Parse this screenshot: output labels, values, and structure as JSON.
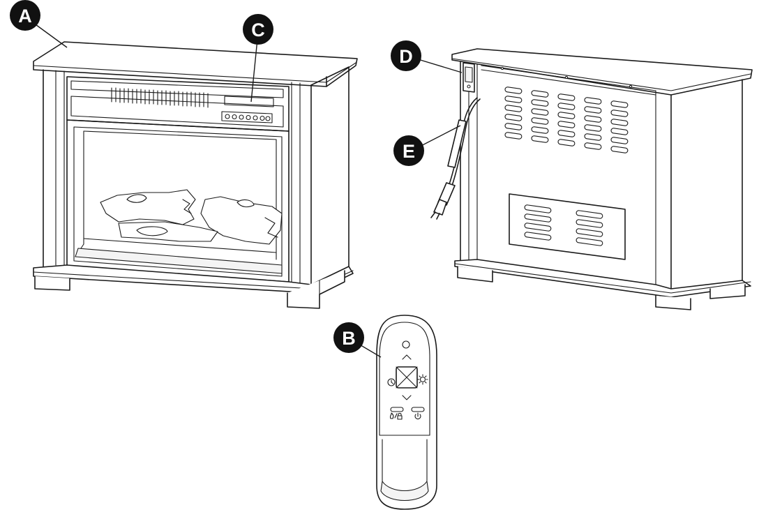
{
  "callouts": {
    "a": "A",
    "b": "B",
    "c": "C",
    "d": "D",
    "e": "E"
  },
  "icons": [
    "timer-icon",
    "flame-brightness-icon",
    "flame-lock-icon",
    "power-icon",
    "up-arrow-icon",
    "down-arrow-icon"
  ]
}
